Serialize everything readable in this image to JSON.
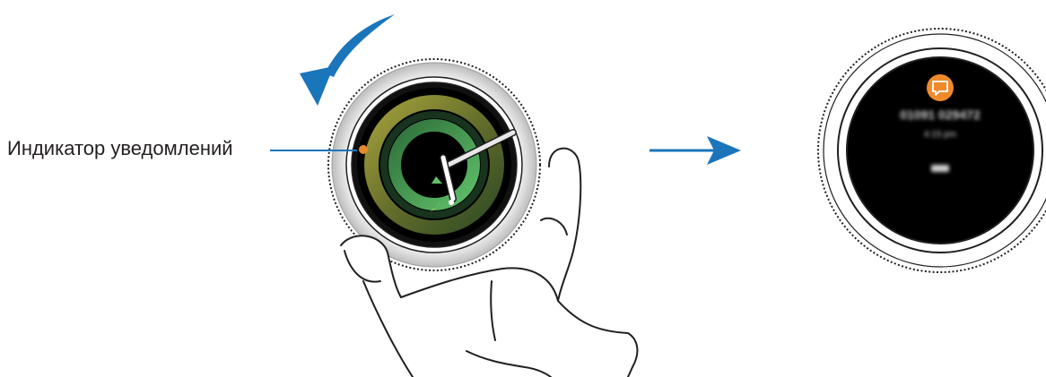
{
  "callout": {
    "label": "Индикатор уведомлений"
  },
  "notification_screen": {
    "line1": "01091 029472",
    "line2": "4:15 pm"
  },
  "icons": {
    "rotate_arrow": "rotate-counterclockwise-arrow-icon",
    "next_arrow": "arrow-right-icon",
    "indicator": "notification-indicator-dot-icon",
    "message": "message-bubble-icon"
  },
  "colors": {
    "arrow_blue": "#1b75bb",
    "indicator_orange": "#e5892b",
    "ring_outer": "#8c8a3a",
    "ring_mid": "#2f7a3e",
    "ring_inner": "#3fae5a"
  }
}
